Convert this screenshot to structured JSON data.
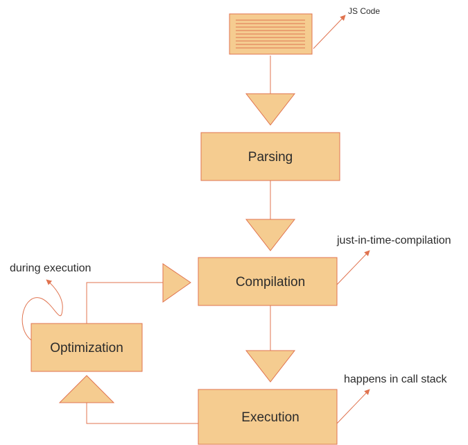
{
  "colors": {
    "box_fill": "#f5cc90",
    "stroke": "#e0734f",
    "text": "#2b2b2b"
  },
  "document_icon": {
    "caption": "JS Code"
  },
  "stages": {
    "parsing": "Parsing",
    "compilation": "Compilation",
    "execution": "Execution",
    "optimization": "Optimization"
  },
  "notes": {
    "compilation": "just-in-time-compilation",
    "execution": "happens in call stack",
    "optimization": "during execution"
  }
}
